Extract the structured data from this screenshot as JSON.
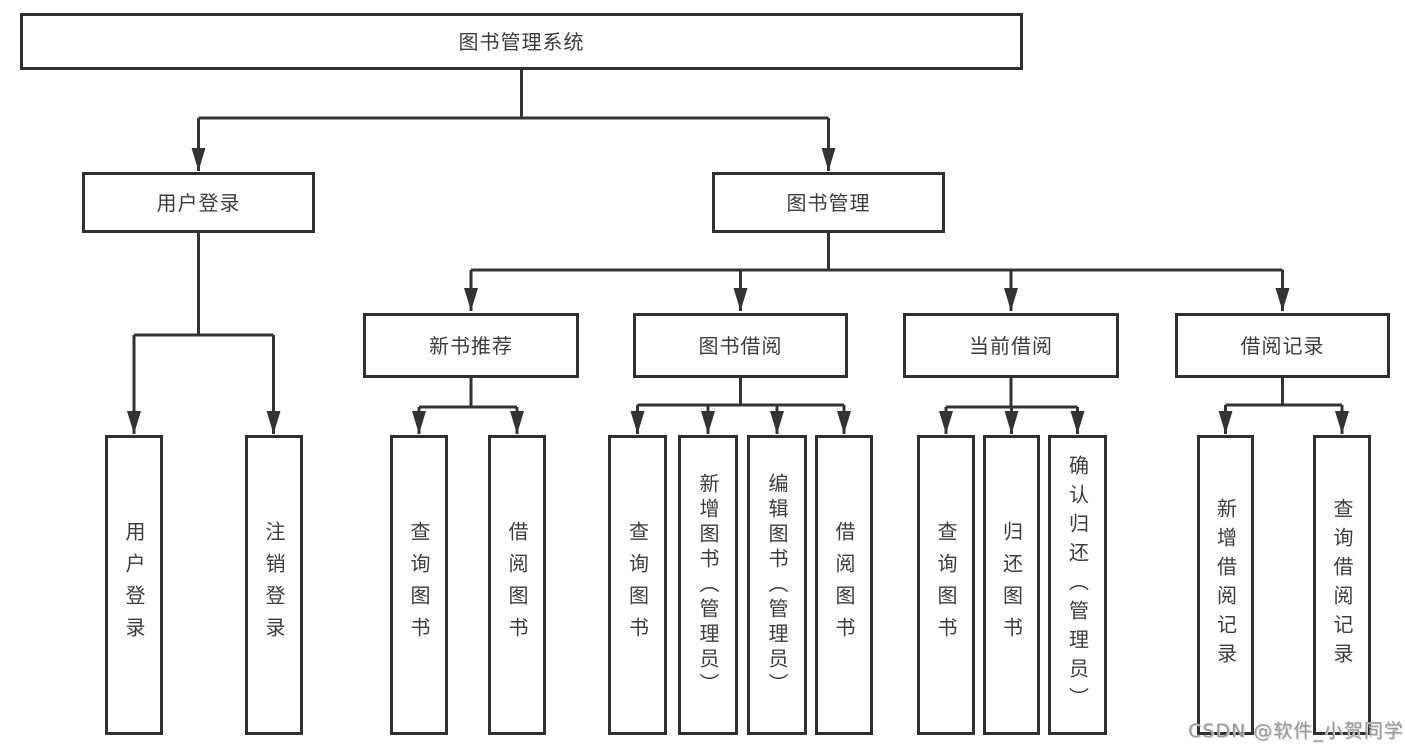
{
  "diagram": {
    "root": {
      "label": "图书管理系统"
    },
    "branches": [
      {
        "label": "用户登录",
        "children": [
          {
            "label": "用户登录"
          },
          {
            "label": "注销登录"
          }
        ]
      },
      {
        "label": "图书管理",
        "children": [
          {
            "label": "新书推荐",
            "children": [
              {
                "label": "查询图书"
              },
              {
                "label": "借阅图书"
              }
            ]
          },
          {
            "label": "图书借阅",
            "children": [
              {
                "label": "查询图书"
              },
              {
                "label": "新增图书（管理员）"
              },
              {
                "label": "编辑图书（管理员）"
              },
              {
                "label": "借阅图书"
              }
            ]
          },
          {
            "label": "当前借阅",
            "children": [
              {
                "label": "查询图书"
              },
              {
                "label": "归还图书"
              },
              {
                "label": "确认归还（管理员）"
              }
            ]
          },
          {
            "label": "借阅记录",
            "children": [
              {
                "label": "新增借阅记录"
              },
              {
                "label": "查询借阅记录"
              }
            ]
          }
        ]
      }
    ]
  },
  "watermark": {
    "text": "CSDN @软件_小贺同学"
  },
  "colors": {
    "line": "#333333",
    "border": "#2f2f2f",
    "text": "#3c3c3c",
    "background": "#ffffff",
    "watermark": "#9a9a9a"
  }
}
